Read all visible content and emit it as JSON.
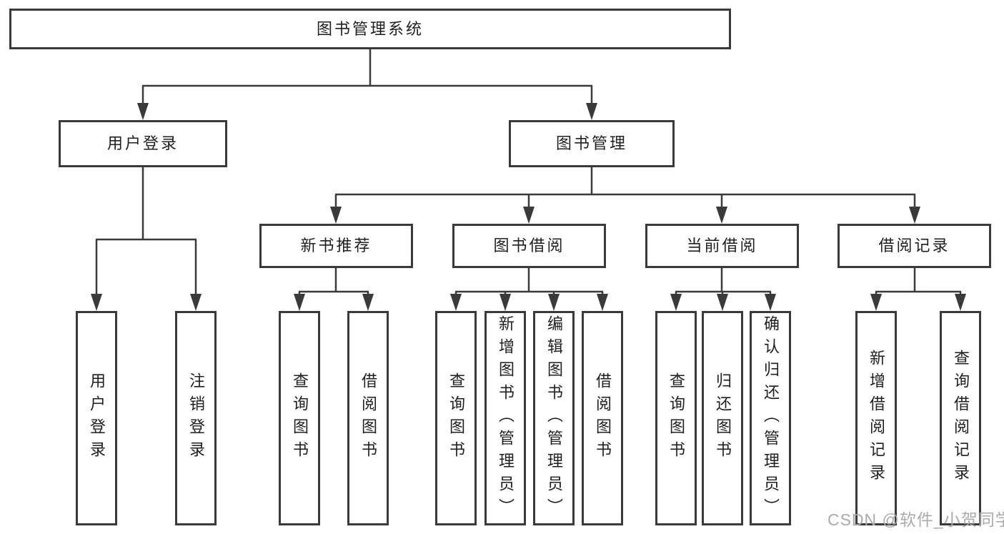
{
  "tree": {
    "root": {
      "label": "图书管理系统"
    },
    "branches": [
      {
        "label": "用户登录",
        "children": [
          {
            "label": "用户登录"
          },
          {
            "label": "注销登录"
          }
        ]
      },
      {
        "label": "图书管理",
        "children": [
          {
            "label": "新书推荐",
            "children": [
              {
                "label": "查询图书"
              },
              {
                "label": "借阅图书"
              }
            ]
          },
          {
            "label": "图书借阅",
            "children": [
              {
                "label": "查询图书"
              },
              {
                "label": "新增图书（管理员）"
              },
              {
                "label": "编辑图书（管理员）"
              },
              {
                "label": "借阅图书"
              }
            ]
          },
          {
            "label": "当前借阅",
            "children": [
              {
                "label": "查询图书"
              },
              {
                "label": "归还图书"
              },
              {
                "label": "确认归还（管理员）"
              }
            ]
          },
          {
            "label": "借阅记录",
            "children": [
              {
                "label": "新增借阅记录"
              },
              {
                "label": "查询借阅记录"
              }
            ]
          }
        ]
      }
    ]
  },
  "watermark": {
    "text": "CSDN @软件_小贺同学"
  },
  "colors": {
    "line": "#3a3a3a",
    "box_border": "#3a3a3a",
    "text": "#1f1f1f",
    "background": "#ffffff",
    "watermark": "#ababab"
  }
}
